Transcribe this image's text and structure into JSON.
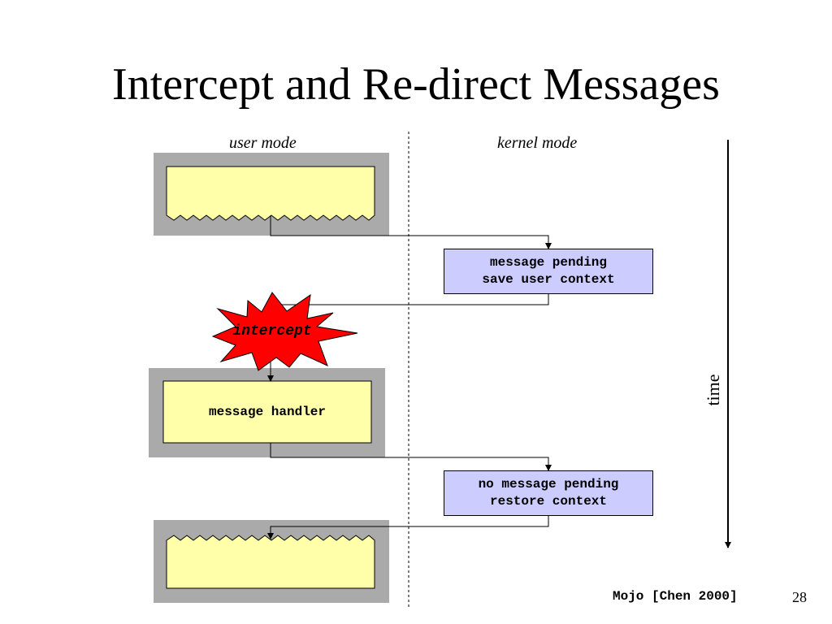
{
  "slide": {
    "title": "Intercept and Re-direct Messages",
    "page_number": "28",
    "citation": "Mojo [Chen 2000]"
  },
  "lanes": {
    "user_mode": "user mode",
    "kernel_mode": "kernel mode"
  },
  "time_axis": {
    "label": "time"
  },
  "kernel_boxes": [
    {
      "lines": [
        "message pending",
        "save user context"
      ]
    },
    {
      "lines": [
        "no message pending",
        "restore context"
      ]
    }
  ],
  "message_handler": {
    "label": "message handler"
  },
  "intercept": {
    "label": "intercept",
    "color": "#ff0000"
  },
  "colors": {
    "user_box_fill": "#ffffaa",
    "user_box_frame": "#aaaaaa",
    "kernel_box_fill": "#ccccff"
  }
}
